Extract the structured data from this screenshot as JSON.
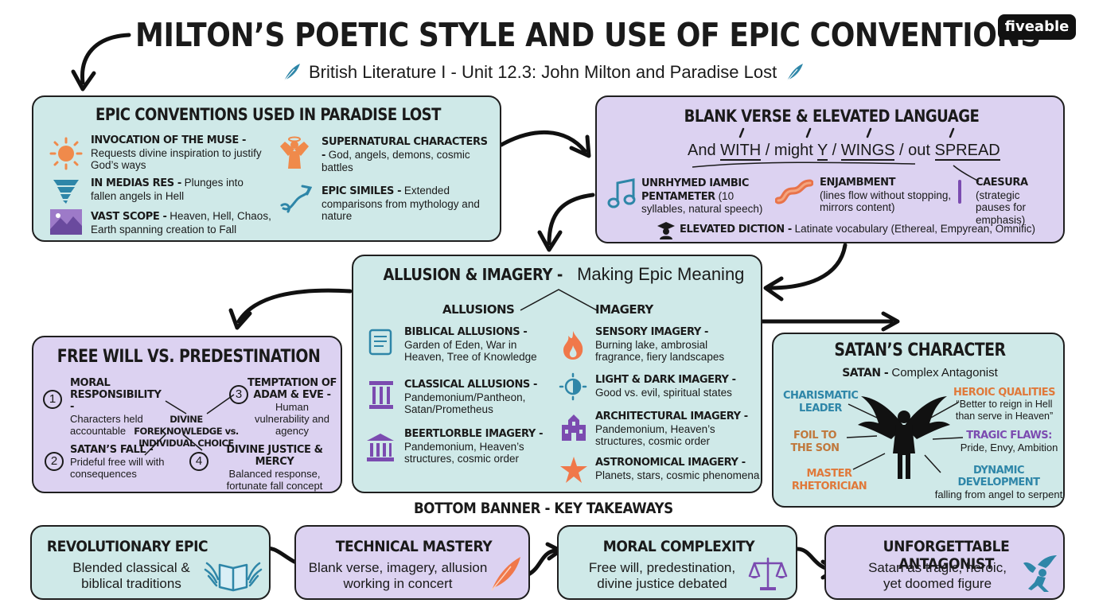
{
  "header": {
    "title": "MILTON’S POETIC STYLE AND USE OF EPIC CONVENTIONS",
    "subtitle": "British Literature I - Unit 12.3: John Milton and Paradise Lost",
    "logo": "fiveable"
  },
  "epic": {
    "title": "EPIC CONVENTIONS USED IN PARADISE LOST",
    "items": [
      {
        "label": "INVOCATION OF THE MUSE -",
        "text": "Requests divine inspiration to justify God’s ways",
        "icon": "sun-icon"
      },
      {
        "label": "IN MEDIAS RES -",
        "text": "Plunges into fallen angels in Hell",
        "icon": "tornado-icon"
      },
      {
        "label": "VAST SCOPE -",
        "text": "Heaven, Hell, Chaos, Earth spanning creation to Fall",
        "icon": "landscape-icon"
      },
      {
        "label": "SUPERNATURAL CHARACTERS -",
        "text": "God, angels, demons, cosmic battles",
        "icon": "angel-icon"
      },
      {
        "label": "EPIC SIMILES -",
        "text": "Extended comparisons from mythology and nature",
        "icon": "scroll-icon"
      }
    ]
  },
  "blank": {
    "title": "BLANK VERSE & ELEVATED LANGUAGE",
    "line": {
      "w1": "And ",
      "w2": "WITH",
      "w3": " / might ",
      "w4": "Y",
      "w5": " / ",
      "w6": "WINGS",
      "w7": " / out ",
      "w8": "SPREAD"
    },
    "items": [
      {
        "label": "UNRHYMED IAMBIC PENTAMETER",
        "text": "(10 syllables, natural speech)",
        "icon": "music-note-icon"
      },
      {
        "label": "ENJAMBMENT",
        "text": "(lines flow without stopping, mirrors content)",
        "icon": "wave-icon"
      },
      {
        "label": "CAESURA",
        "text": "(strategic pauses for emphasis)",
        "icon": "bar-icon"
      },
      {
        "label": "ELEVATED DICTION -",
        "text": "Latinate vocabulary (Ethereal, Empyrean, Omnific)",
        "icon": "scholar-icon"
      }
    ]
  },
  "allusion": {
    "title_bold": "ALLUSION & IMAGERY -",
    "title_rest": " Making Epic Meaning",
    "col1": "ALLUSIONS",
    "col2": "IMAGERY",
    "left": [
      {
        "label": "BIBLICAL ALLUSIONS -",
        "text": "Garden of Eden, War in Heaven, Tree of Knowledge"
      },
      {
        "label": "CLASSICAL ALLUSIONS -",
        "text": "Pandemonium/Pantheon, Satan/Prometheus"
      },
      {
        "label": "BEERTLORBLE IMAGERY -",
        "text": "Pandemonium, Heaven’s structures, cosmic order"
      }
    ],
    "right": [
      {
        "label": "SENSORY IMAGERY -",
        "text": "Burning lake, ambrosial fragrance, fiery landscapes"
      },
      {
        "label": "LIGHT & DARK IMAGERY -",
        "text": "Good vs. evil, spiritual states"
      },
      {
        "label": "ARCHITECTURAL IMAGERY -",
        "text": "Pandemonium, Heaven’s structures, cosmic order"
      },
      {
        "label": "ASTRONOMICAL IMAGERY -",
        "text": "Planets, stars, cosmic phenomena"
      }
    ]
  },
  "free": {
    "title": "FREE WILL VS. PREDESTINATION",
    "center": "DIVINE FOREKNOWLEDGE vs. INDIVIDUAL CHOICE",
    "items": [
      {
        "num": "1",
        "label": "MORAL RESPONSIBILITY -",
        "text": "Characters held accountable"
      },
      {
        "num": "3",
        "label": "TEMPTATION OF ADAM & EVE -",
        "text": "Human vulnerability and agency"
      },
      {
        "num": "2",
        "label": "SATAN’S FALL -",
        "text": "Prideful free will with consequences"
      },
      {
        "num": "4",
        "label": "DIVINE JUSTICE & MERCY",
        "text": "Balanced response, fortunate fall concept"
      }
    ]
  },
  "satan": {
    "title": "SATAN’S CHARACTER",
    "sub_bold": "SATAN -",
    "sub_rest": " Complex Antagonist",
    "traits": {
      "charismatic": "CHARISMATIC LEADER",
      "heroic": "HEROIC QUALITIES",
      "heroic_quote": "“Better to reign in Hell than serve in Heaven”",
      "foil": "FOIL TO THE SON",
      "tragic": "TRAGIC FLAWS:",
      "tragic_text": "Pride, Envy, Ambition",
      "master": "MASTER RHETORICIAN",
      "dynamic": "DYNAMIC DEVELOPMENT",
      "dynamic_text": "falling from angel to serpent"
    },
    "colors": {
      "charismatic": "#2e86a8",
      "heroic": "#e0793a",
      "foil": "#c0783c",
      "tragic": "#7b4bb0",
      "master": "#e0793a",
      "dynamic": "#2e86a8"
    }
  },
  "banner": {
    "title": "BOTTOM BANNER - KEY TAKEAWAYS",
    "cards": [
      {
        "title": "REVOLUTIONARY EPIC",
        "text": "Blended classical & biblical traditions",
        "icon": "winged-book-icon"
      },
      {
        "title": "TECHNICAL MASTERY",
        "text": "Blank verse, imagery, allusion working in concert",
        "icon": "quill-icon"
      },
      {
        "title": "MORAL COMPLEXITY",
        "text": "Free will, predestination, divine justice debated",
        "icon": "scales-icon"
      },
      {
        "title": "UNFORGETTABLE ANTAGONIST",
        "text": "Satan as tragic, heroic, yet doomed figure",
        "icon": "falling-angel-icon"
      }
    ]
  }
}
